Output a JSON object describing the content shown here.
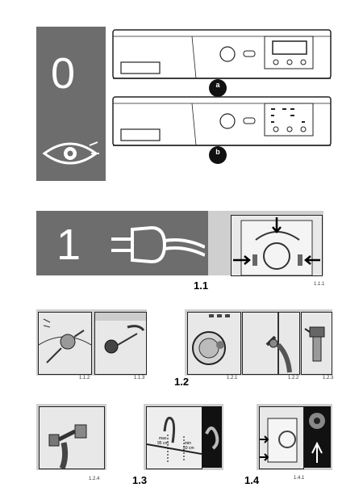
{
  "section0": {
    "number": "0",
    "badge_a": "a",
    "badge_b": "b",
    "icon": "eye-icon"
  },
  "section1": {
    "number": "1",
    "icon": "power-plug-icon",
    "heading": "1.1",
    "caption": "1.1.1"
  },
  "row_captions": {
    "c112": "1.1.2",
    "c113": "1.1.3",
    "c121": "1.2.1",
    "c122": "1.2.2",
    "c123": "1.2.3",
    "c124": "1.2.4",
    "c141": "1.4.1"
  },
  "headings": {
    "h12": "1.2",
    "h13": "1.3",
    "h14": "1.4"
  },
  "hose_labels": {
    "max": "max",
    "max_value": "95 cm",
    "min": "min",
    "min_value": "50 cm"
  },
  "colors": {
    "panel_grey": "#6d6d6d",
    "black": "#111111"
  }
}
